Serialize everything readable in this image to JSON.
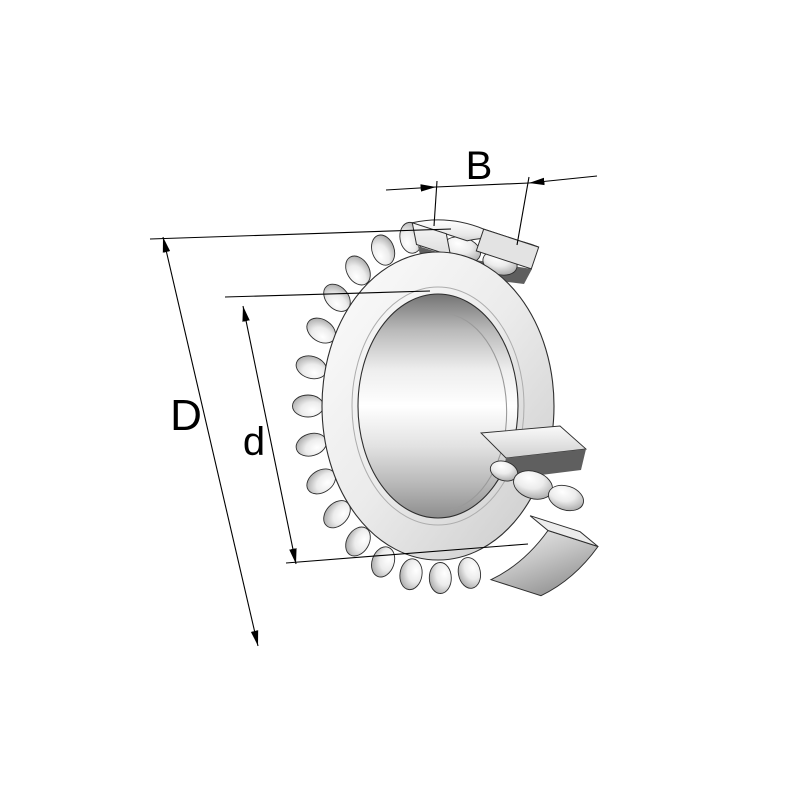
{
  "diagram": {
    "kind": "bearing-dimension-drawing",
    "subject": "spherical-roller-bearing-cutaway",
    "dimension_labels": {
      "outer_diameter": "D",
      "bore_diameter": "d",
      "width": "B"
    },
    "colors": {
      "background": "#ffffff",
      "line": "#000000",
      "metal_light": "#ffffff",
      "metal_mid": "#c0c0c0",
      "metal_dark": "#5f5f5f"
    }
  }
}
